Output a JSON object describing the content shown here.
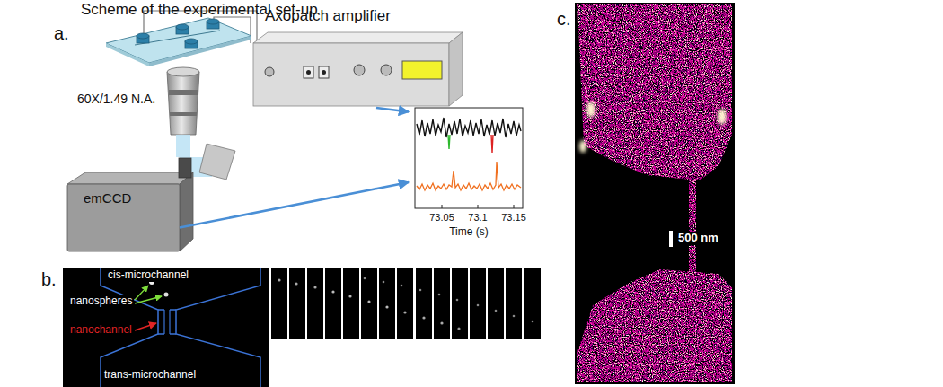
{
  "diagram": {
    "title": "Scheme of the experimental set-up",
    "nodes": [
      {
        "text": [
          "Axopatch amplifier"
        ]
      },
      {
        "text": [
          "emCCD"
        ]
      },
      {
        "text": [
          "73.05",
          "73.1",
          "73.15",
          "Time (s)"
        ]
      }
    ],
    "edges": [
      {
        "from": 0,
        "to": 2,
        "arrow": "to"
      },
      {
        "from": 1,
        "to": 2,
        "arrow": "to"
      }
    ],
    "labels": [
      "a.",
      "60X/1.49 N.A.",
      "b.",
      "cis-microchannel",
      "nanospheres",
      "nanochannel",
      "trans-microchannel",
      "c.",
      "500 nm"
    ]
  }
}
